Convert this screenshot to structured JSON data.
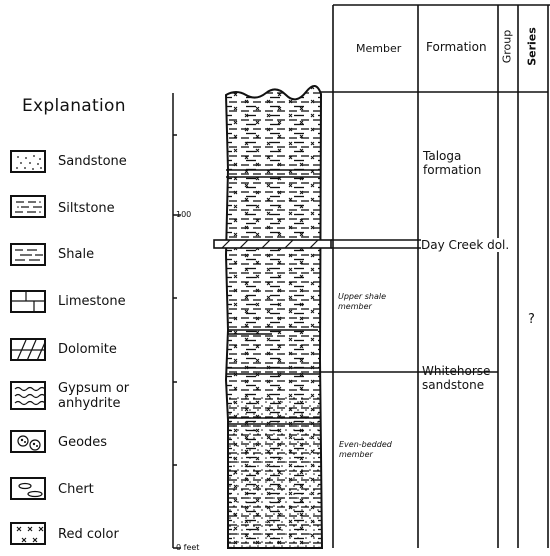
{
  "explanation": {
    "title": "Explanation",
    "items": [
      {
        "label": "Sandstone",
        "icon": "sandstone-pattern"
      },
      {
        "label": "Siltstone",
        "icon": "siltstone-pattern"
      },
      {
        "label": "Shale",
        "icon": "shale-pattern"
      },
      {
        "label": "Limestone",
        "icon": "limestone-pattern"
      },
      {
        "label": "Dolomite",
        "icon": "dolomite-pattern"
      },
      {
        "label": "Gypsum or",
        "label2": "anhydrite",
        "icon": "gypsum-pattern"
      },
      {
        "label": "Geodes",
        "icon": "geodes-pattern"
      },
      {
        "label": "Chert",
        "icon": "chert-pattern"
      },
      {
        "label": "Red color",
        "icon": "red-color-pattern"
      }
    ]
  },
  "scale": {
    "label_100": "100",
    "label_0": "0 feet"
  },
  "headers": {
    "member": "Member",
    "formation": "Formation",
    "group": "Group",
    "series": "Series"
  },
  "formations": {
    "taloga_1": "Taloga",
    "taloga_2": "formation",
    "day_creek": "Day Creek dol.",
    "whitehorse_1": "Whitehorse",
    "whitehorse_2": "sandstone"
  },
  "members": {
    "upper_1": "Upper shale",
    "upper_2": "member",
    "even_1": "Even-bedded",
    "even_2": "member"
  },
  "series_value": "?"
}
